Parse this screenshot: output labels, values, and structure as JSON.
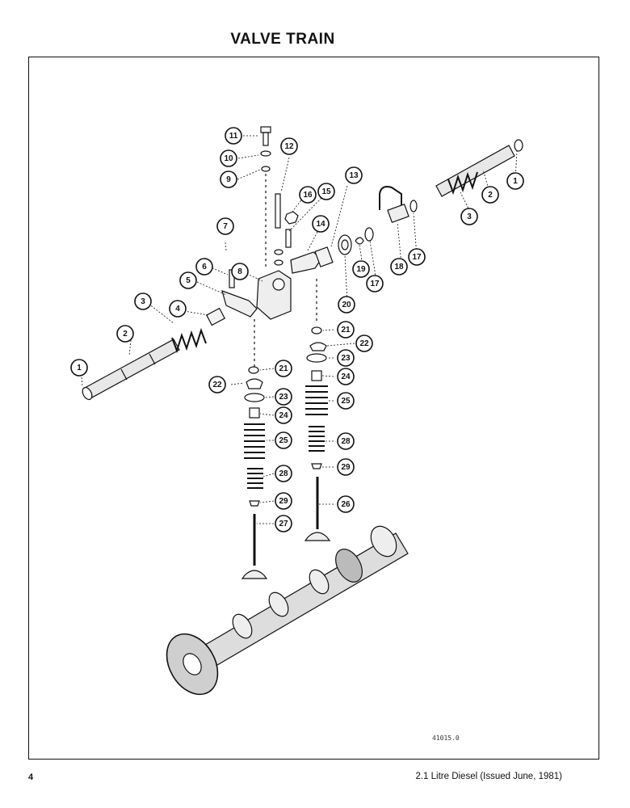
{
  "header": {
    "title": "VALVE TRAIN"
  },
  "diagram": {
    "reference_code": "41015.0",
    "callouts": [
      {
        "id": "c1a",
        "label": "1"
      },
      {
        "id": "c1b",
        "label": "1"
      },
      {
        "id": "c2a",
        "label": "2"
      },
      {
        "id": "c2b",
        "label": "2"
      },
      {
        "id": "c3a",
        "label": "3"
      },
      {
        "id": "c3b",
        "label": "3"
      },
      {
        "id": "c4",
        "label": "4"
      },
      {
        "id": "c5",
        "label": "5"
      },
      {
        "id": "c6",
        "label": "6"
      },
      {
        "id": "c7",
        "label": "7"
      },
      {
        "id": "c8",
        "label": "8"
      },
      {
        "id": "c9",
        "label": "9"
      },
      {
        "id": "c10",
        "label": "10"
      },
      {
        "id": "c11",
        "label": "11"
      },
      {
        "id": "c12",
        "label": "12"
      },
      {
        "id": "c13",
        "label": "13"
      },
      {
        "id": "c14",
        "label": "14"
      },
      {
        "id": "c15",
        "label": "15"
      },
      {
        "id": "c16",
        "label": "16"
      },
      {
        "id": "c17a",
        "label": "17"
      },
      {
        "id": "c17b",
        "label": "17"
      },
      {
        "id": "c18",
        "label": "18"
      },
      {
        "id": "c19",
        "label": "19"
      },
      {
        "id": "c20",
        "label": "20"
      },
      {
        "id": "c21a",
        "label": "21"
      },
      {
        "id": "c21b",
        "label": "21"
      },
      {
        "id": "c22a",
        "label": "22"
      },
      {
        "id": "c22b",
        "label": "22"
      },
      {
        "id": "c23a",
        "label": "23"
      },
      {
        "id": "c23b",
        "label": "23"
      },
      {
        "id": "c24a",
        "label": "24"
      },
      {
        "id": "c24b",
        "label": "24"
      },
      {
        "id": "c25a",
        "label": "25"
      },
      {
        "id": "c25b",
        "label": "25"
      },
      {
        "id": "c26",
        "label": "26"
      },
      {
        "id": "c27",
        "label": "27"
      },
      {
        "id": "c28a",
        "label": "28"
      },
      {
        "id": "c28b",
        "label": "28"
      },
      {
        "id": "c29a",
        "label": "29"
      },
      {
        "id": "c29b",
        "label": "29"
      }
    ]
  },
  "footer": {
    "page_number": "4",
    "text": "2.1 Litre Diesel (Issued June, 1981)"
  }
}
